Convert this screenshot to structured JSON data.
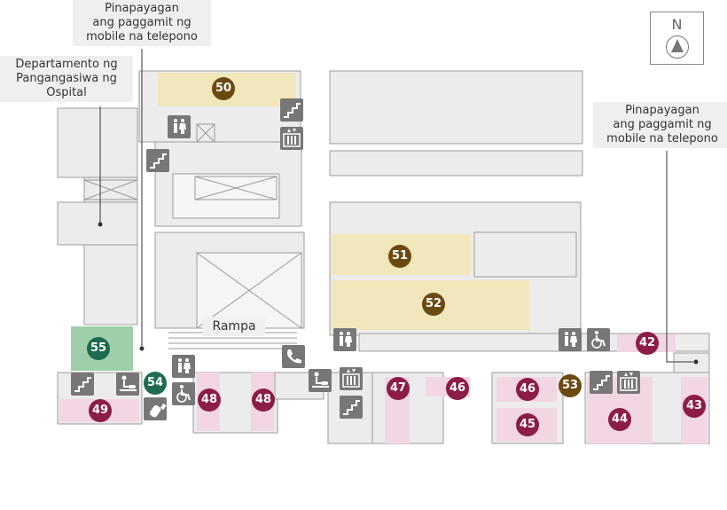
{
  "labels": {
    "mobile_top": "Pinapayagan\nang paggamit ng\nmobile na telepono",
    "hospital_admin": "Departamento ng\nPangangasiwa ng\nOspital",
    "mobile_right": "Pinapayagan\nang paggamit ng\nmobile na telepono",
    "ramp": "Rampa"
  },
  "compass": {
    "north": "N"
  },
  "rooms": [
    {
      "id": "50",
      "color": "brown"
    },
    {
      "id": "51",
      "color": "brown"
    },
    {
      "id": "52",
      "color": "brown"
    },
    {
      "id": "53",
      "color": "brown"
    },
    {
      "id": "42",
      "color": "red"
    },
    {
      "id": "43",
      "color": "red"
    },
    {
      "id": "44",
      "color": "red"
    },
    {
      "id": "45",
      "color": "red"
    },
    {
      "id": "46",
      "color": "red"
    },
    {
      "id": "46",
      "color": "red"
    },
    {
      "id": "47",
      "color": "red"
    },
    {
      "id": "48",
      "color": "red"
    },
    {
      "id": "48",
      "color": "red"
    },
    {
      "id": "49",
      "color": "red"
    },
    {
      "id": "54",
      "color": "green"
    },
    {
      "id": "55",
      "color": "green"
    }
  ],
  "colors": {
    "room_red": "#8b1d47",
    "room_brown": "#6b4a12",
    "room_green": "#1f6b4f",
    "pink_area": "#f3d6e3",
    "yellow_area": "#f1e6bc",
    "green_area": "#9fcfaa",
    "wall": "#e9e9e9",
    "outline": "#999999"
  },
  "icons": [
    "restroom-icon",
    "stairs-icon",
    "elevator-icon",
    "phone-icon",
    "wheelchair-icon",
    "baby-changing-icon",
    "nursing-bottle-icon"
  ]
}
